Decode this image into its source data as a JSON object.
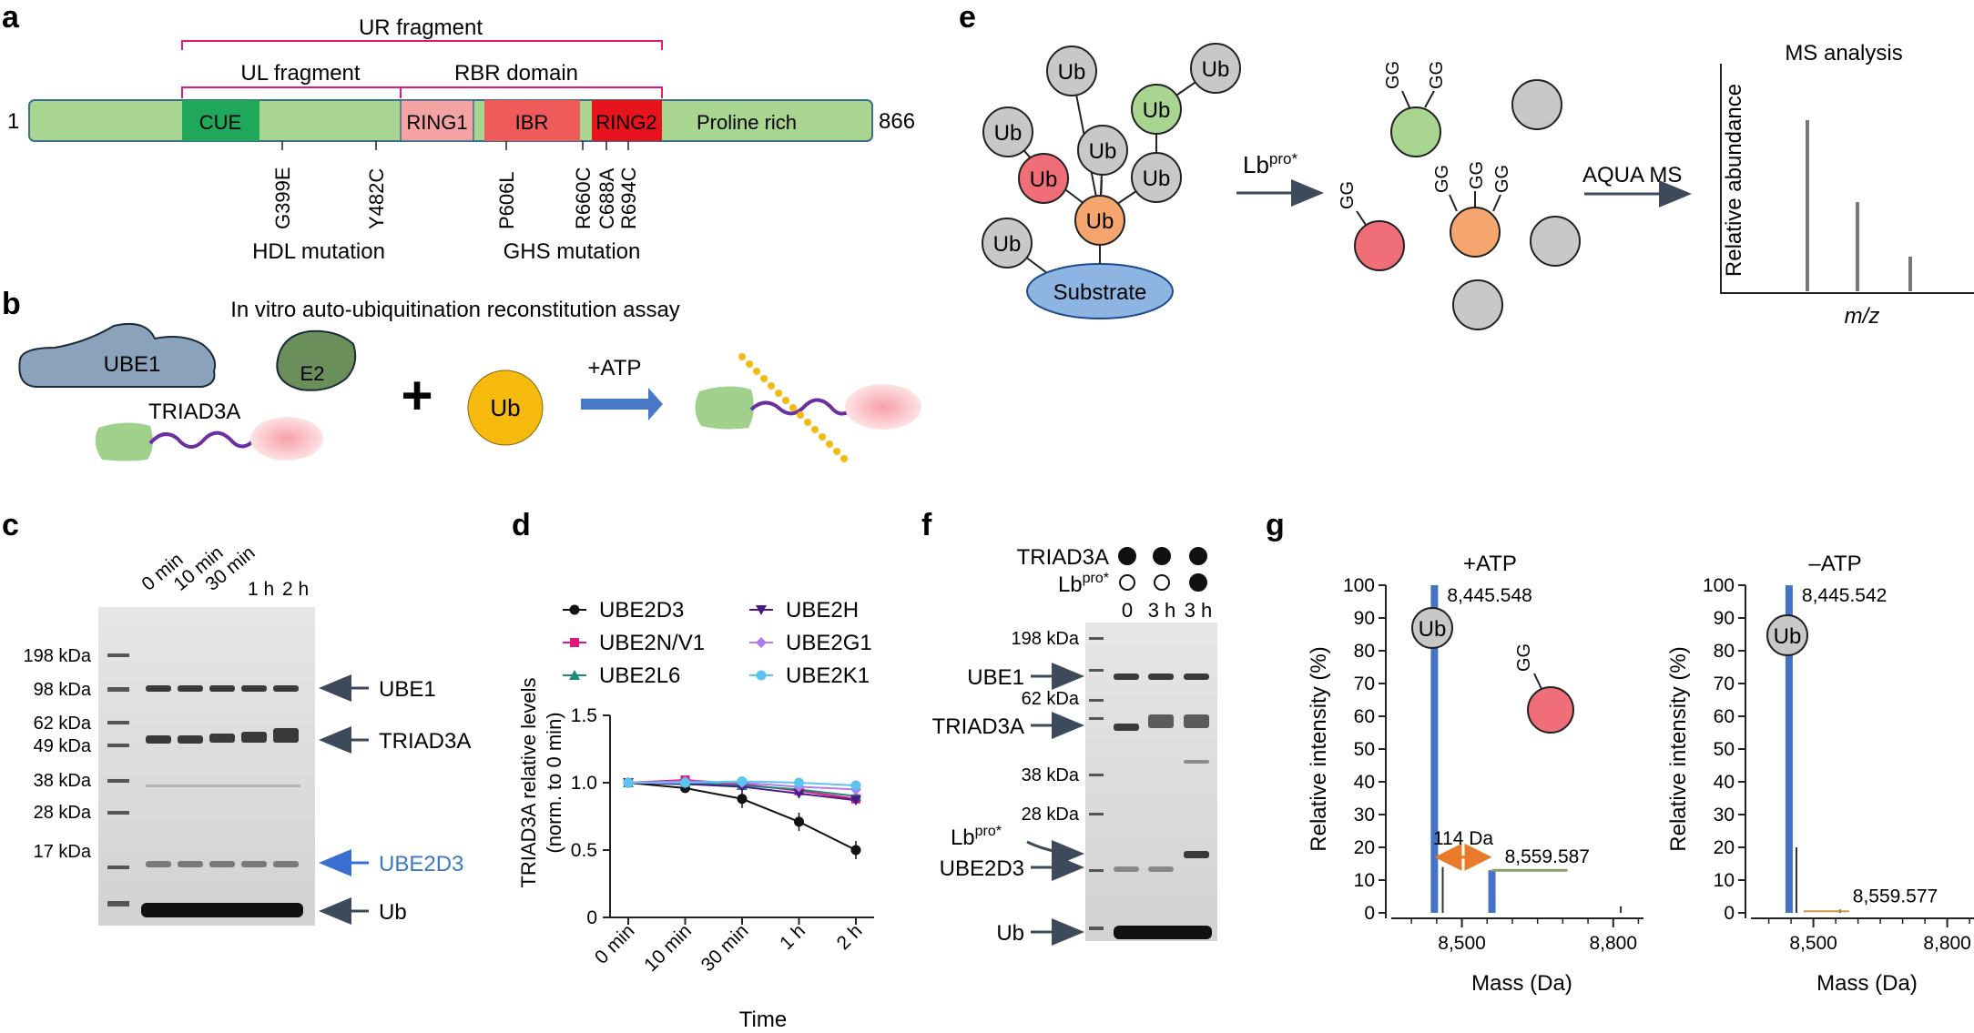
{
  "panel_labels": [
    "a",
    "b",
    "c",
    "d",
    "e",
    "f",
    "g"
  ],
  "panel_a": {
    "start": "1",
    "end": "866",
    "ur_fragment": "UR fragment",
    "ul_fragment": "UL fragment",
    "rbr_domain": "RBR domain",
    "domains": [
      "CUE",
      "RING1",
      "IBR",
      "RING2",
      "Proline rich"
    ],
    "hdl_mutations": [
      "G399E",
      "Y482C"
    ],
    "ghs_mutations": [
      "P606L",
      "R660C",
      "C688A",
      "R694C"
    ],
    "hdl_label": "HDL mutation",
    "ghs_label": "GHS mutation",
    "colors": {
      "bar": "#a8d58f",
      "cue": "#1fa85a",
      "ring1": "#f4a3a3",
      "ibr": "#ef5a5a",
      "ring2": "#e8141d",
      "bracket": "#e0187e"
    }
  },
  "panel_b": {
    "title": "In vitro auto-ubiquitination reconstitution assay",
    "ube1": "UBE1",
    "e2": "E2",
    "triad3a": "TRIAD3A",
    "plus": "+",
    "ub": "Ub",
    "atp": "+ATP"
  },
  "panel_c": {
    "lanes": [
      "0 min",
      "10 min",
      "30 min",
      "1 h",
      "2 h"
    ],
    "markers": [
      "198 kDa",
      "98 kDa",
      "62 kDa",
      "49 kDa",
      "38 kDa",
      "28 kDa",
      "17 kDa"
    ],
    "arrows": [
      "UBE1",
      "TRIAD3A",
      "UBE2D3",
      "Ub"
    ]
  },
  "panel_d": {
    "chart_data": {
      "type": "line",
      "categories": [
        "0 min",
        "10 min",
        "30 min",
        "1 h",
        "2 h"
      ],
      "series": [
        {
          "name": "UBE2D3",
          "values": [
            1.0,
            0.96,
            0.88,
            0.71,
            0.5
          ],
          "color": "#111111",
          "marker": "circle"
        },
        {
          "name": "UBE2N/V1",
          "values": [
            1.0,
            1.02,
            0.99,
            0.94,
            0.88
          ],
          "color": "#e0187e",
          "marker": "square"
        },
        {
          "name": "UBE2L6",
          "values": [
            1.0,
            1.0,
            0.98,
            0.95,
            0.9
          ],
          "color": "#1a8a7a",
          "marker": "triangle-up"
        },
        {
          "name": "UBE2H",
          "values": [
            1.0,
            0.99,
            0.97,
            0.92,
            0.87
          ],
          "color": "#4b1a8a",
          "marker": "triangle-down"
        },
        {
          "name": "UBE2G1",
          "values": [
            1.0,
            1.01,
            1.0,
            0.97,
            0.95
          ],
          "color": "#b07cf0",
          "marker": "diamond"
        },
        {
          "name": "UBE2K1",
          "values": [
            1.0,
            1.0,
            1.01,
            1.0,
            0.98
          ],
          "color": "#5bc4f0",
          "marker": "circle"
        }
      ],
      "yticks": [
        "0",
        "0.5",
        "1.0",
        "1.5"
      ],
      "ylim": [
        0,
        1.5
      ],
      "ylabel_1": "TRIAD3A relative levels",
      "ylabel_2": "(norm. to 0 min)",
      "xlabel": "Time"
    }
  },
  "panel_e": {
    "ub": "Ub",
    "substrate": "Substrate",
    "lbpro_base": "Lb",
    "lbpro_sup": "pro*",
    "gg": "GG",
    "aqua": "AQUA MS",
    "ms_title": "MS analysis",
    "ylabel": "Relative abundance",
    "xlabel": "m/z"
  },
  "panel_f": {
    "rows": [
      "TRIAD3A",
      "Lb"
    ],
    "row2_sup": "pro*",
    "lane_labels": [
      "0",
      "3 h",
      "3 h"
    ],
    "markers": [
      "198 kDa",
      "62 kDa",
      "38 kDa",
      "28 kDa"
    ],
    "arrows": [
      "UBE1",
      "TRIAD3A",
      "Lb",
      "UBE2D3",
      "Ub"
    ]
  },
  "panel_g": {
    "chart_data": [
      {
        "type": "bar",
        "title": "+ATP",
        "xlabel": "Mass (Da)",
        "ylabel": "Relative intensity (%)",
        "xlim": [
          8360,
          8860
        ],
        "ylim": [
          0,
          100
        ],
        "xticks": [
          "8,500",
          "8,800"
        ],
        "yticks": [
          "0",
          "10",
          "20",
          "30",
          "40",
          "50",
          "60",
          "70",
          "80",
          "90",
          "100"
        ],
        "peaks": [
          {
            "mass": 8445.548,
            "intensity": 100,
            "label": "8,445.548"
          },
          {
            "mass": 8462,
            "intensity": 14
          },
          {
            "mass": 8559.587,
            "intensity": 13,
            "label": "8,559.587"
          },
          {
            "mass": 8815,
            "intensity": 2
          }
        ],
        "delta_label": "114 Da"
      },
      {
        "type": "bar",
        "title": "–ATP",
        "xlabel": "Mass (Da)",
        "ylabel": "Relative intensity (%)",
        "xlim": [
          8360,
          8860
        ],
        "ylim": [
          0,
          100
        ],
        "xticks": [
          "8,500",
          "8,800"
        ],
        "yticks": [
          "0",
          "10",
          "20",
          "30",
          "40",
          "50",
          "60",
          "70",
          "80",
          "90",
          "100"
        ],
        "peaks": [
          {
            "mass": 8445.542,
            "intensity": 100,
            "label": "8,445.542"
          },
          {
            "mass": 8462,
            "intensity": 20
          },
          {
            "mass": 8559.577,
            "intensity": 1,
            "label": "8,559.577"
          }
        ]
      }
    ],
    "ub": "Ub",
    "gg": "GG"
  }
}
